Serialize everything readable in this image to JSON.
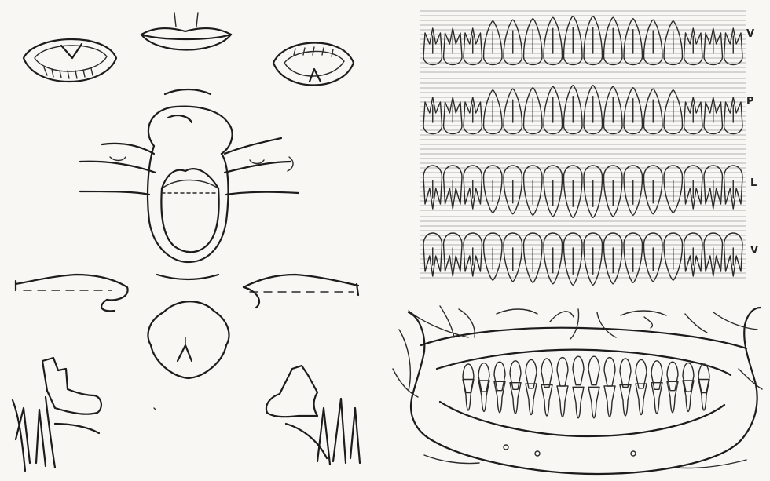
{
  "tooth_chart": {
    "rows": [
      {
        "id": "upper-vestibular",
        "label": "V"
      },
      {
        "id": "upper-palatal",
        "label": "P"
      },
      {
        "id": "lower-lingual",
        "label": "L"
      },
      {
        "id": "lower-vestibular",
        "label": "V"
      }
    ],
    "teeth_per_row": 16
  },
  "colors": {
    "ink": "#1c1c1c",
    "paper": "#f8f7f4",
    "rule": "#9a9a9a"
  }
}
